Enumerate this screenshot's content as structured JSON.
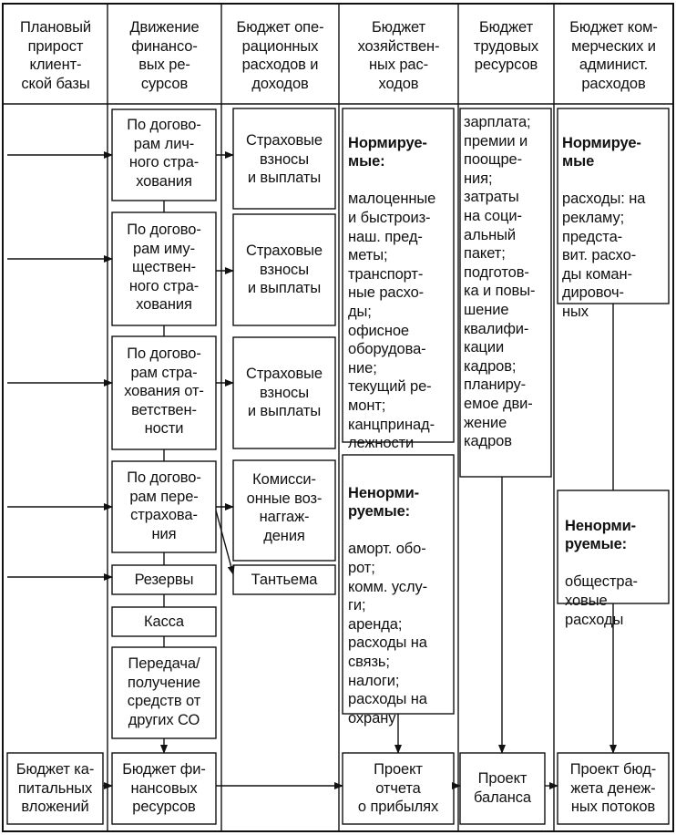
{
  "headers": [
    "Плановый\nприрост\nклиент-\nской базы",
    "Движение\nфинансо-\nвых ре-\nсурсов",
    "Бюджет опе-\nрационных\nрасходов и\nдоходов",
    "Бюджет\nхозяйствен-\nных рас-\nходов",
    "Бюджет\nтрудовых\nресурсов",
    "Бюджет ком-\nмерческих и\nадминист.\nрасходов"
  ],
  "finance_boxes": [
    "По догово-\nрам лич-\nного стра-\nхования",
    "По догово-\nрам иму-\nществен-\nного стра-\nхования",
    "По догово-\nрам стра-\nхования от-\nветствен-\nности",
    "По догово-\nрам пере-\nстрахова-\nния",
    "Резервы",
    "Касса",
    "Передача/\nполучение\nсредств от\nдругих СО",
    "Бюджет фи-\nнансовых\nресурсов"
  ],
  "operating_boxes": [
    "Страховые\nвзносы\nи выплаты",
    "Страховые\nвзносы\nи выплаты",
    "Страховые\nвзносы\nи выплаты",
    "Комисси-\nонные воз-\nнагraж-\nдения",
    "Тантьема"
  ],
  "household_normed": {
    "title": "Нормируе-\nмые:",
    "body": "малоценные\nи быстроиз-\nнаш. пред-\nметы;\nтранспорт-\nные расхо-\nды;\nофисное\nоборудова-\nние;\nтекущий ре-\nмонт;\nканцпринад-\nлежности"
  },
  "household_nonnormed": {
    "title": "Ненорми-\nруемые:",
    "body": "аморт. обо-\nрот;\nкомм. услу-\nги;\nаренда;\nрасходы на\nсвязь;\nналоги;\nрасходы на\nохрану"
  },
  "labor_box": "зарплата;\nпремии и\nпоощре-\nния;\nзатраты\nна соци-\nальный\nпакет;\nподготов-\nка и повы-\nшение\nквалифи-\nкации кадров;\nпланиру-\nемое дви-\nжение\nкадров",
  "commercial_normed": {
    "title": "Нормируе-\nмые",
    "body": "расходы: на\nрекламу;\nпредста-\nвит. расхо-\nды коман-\nдировоч-\nных"
  },
  "commercial_nonnormed": {
    "title": "Ненорми-\nруемые:",
    "body": "общестра-\nховые\nрасходы"
  },
  "bottom_row": [
    "Бюджет ка-\nпитальных\nвложений",
    "Бюджет фи-\nнансовых\nресурсов",
    "Проект\nотчета\nо прибылях",
    "Проект\nбаланса",
    "Проект бюд-\nжета денеж-\nных потоков"
  ],
  "colors": {
    "line": "#111111",
    "background": "#ffffff"
  }
}
